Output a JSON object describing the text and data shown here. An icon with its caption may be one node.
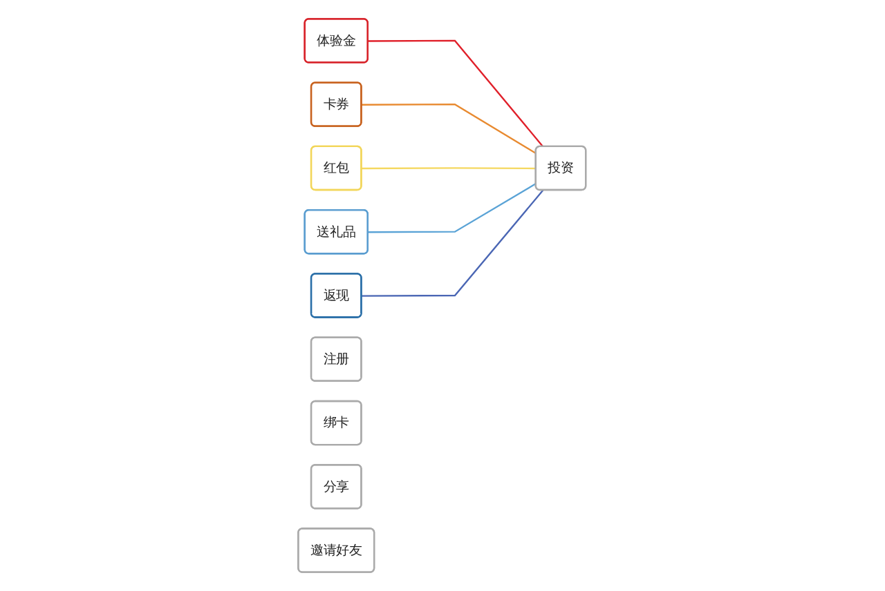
{
  "diagram": {
    "nodes": [
      {
        "text": [
          "体验金"
        ]
      },
      {
        "text": [
          "卡券"
        ]
      },
      {
        "text": [
          "红包"
        ]
      },
      {
        "text": [
          "送礼品"
        ]
      },
      {
        "text": [
          "返现"
        ]
      },
      {
        "text": [
          "注册"
        ]
      },
      {
        "text": [
          "绑卡"
        ]
      },
      {
        "text": [
          "投资"
        ]
      },
      {
        "text": [
          "分享"
        ]
      },
      {
        "text": [
          "邀请好友"
        ]
      }
    ],
    "edges": [
      {
        "from": 0,
        "to": 7,
        "arrow": "none",
        "color": "#e0202a"
      },
      {
        "from": 1,
        "to": 7,
        "arrow": "none",
        "color": "#e88a30"
      },
      {
        "from": 2,
        "to": 7,
        "arrow": "none",
        "color": "#f5d860"
      },
      {
        "from": 3,
        "to": 7,
        "arrow": "none",
        "color": "#5aa3d6"
      },
      {
        "from": 4,
        "to": 7,
        "arrow": "none",
        "color": "#4a66b4"
      }
    ]
  }
}
